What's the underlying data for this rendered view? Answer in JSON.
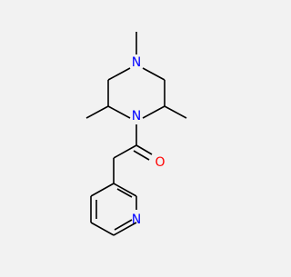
{
  "molecule": {
    "atoms": {
      "n_piperazine_top": {
        "label": "N",
        "color": "#0000ff"
      },
      "n_piperazine_bottom": {
        "label": "N",
        "color": "#0000ff"
      },
      "o_carbonyl": {
        "label": "O",
        "color": "#ff0000"
      },
      "n_pyridine": {
        "label": "N",
        "color": "#0000ff"
      }
    },
    "bond_color": "#000000"
  }
}
